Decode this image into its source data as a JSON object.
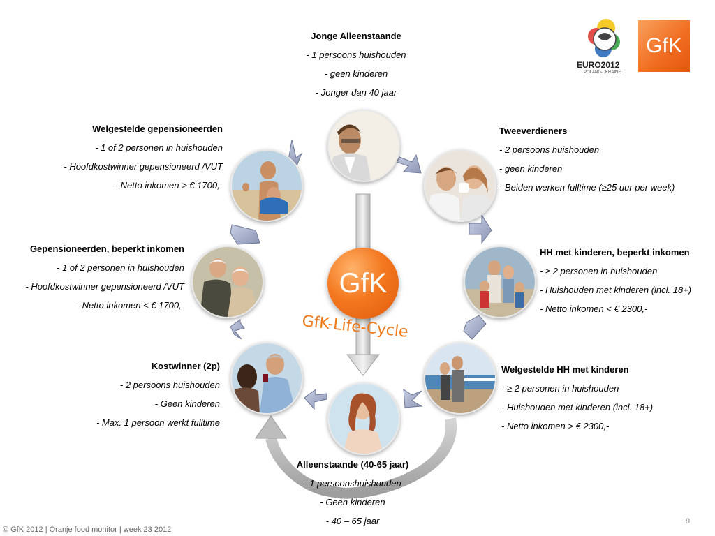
{
  "logos": {
    "gfk_corner": "GfK",
    "euro_main": "EURO2012",
    "euro_sub": "POLAND-UKRAINE"
  },
  "center": {
    "logo_text": "GfK",
    "cycle_label": "GfK-Life-Cycle"
  },
  "segments": [
    {
      "title": "Jonge Alleenstaande",
      "lines": [
        "- 1 persoons huishouden",
        "- geen kinderen",
        "- Jonger dan 40 jaar"
      ]
    },
    {
      "title": "Tweeverdieners",
      "lines": [
        "- 2 persoons huishouden",
        "- geen kinderen",
        "- Beiden werken fulltime (≥25 uur per week)"
      ]
    },
    {
      "title": "HH met kinderen, beperkt inkomen",
      "lines": [
        "- ≥ 2 personen in huishouden",
        "- Huishouden met kinderen (incl. 18+)",
        "- Netto inkomen < € 2300,-"
      ]
    },
    {
      "title": "Welgestelde HH met kinderen",
      "lines": [
        "- ≥ 2 personen in huishouden",
        "- Huishouden met kinderen (incl. 18+)",
        "- Netto inkomen > € 2300,-"
      ]
    },
    {
      "title": "Alleenstaande (40-65 jaar)",
      "lines": [
        "- 1 persoonshuishouden",
        "- Geen kinderen",
        "- 40 – 65 jaar"
      ]
    },
    {
      "title": "Kostwinner (2p)",
      "lines": [
        "- 2 persoons huishouden",
        "- Geen kinderen",
        "- Max. 1 persoon werkt fulltime"
      ]
    },
    {
      "title": "Gepensioneerden, beperkt inkomen",
      "lines": [
        "- 1 of 2 personen in huishouden",
        "- Hoofdkostwinner gepensioneerd /VUT",
        "- Netto inkomen < € 1700,-"
      ]
    },
    {
      "title": "Welgestelde gepensioneerden",
      "lines": [
        "- 1 of 2 personen in huishouden",
        "- Hoofdkostwinner gepensioneerd /VUT",
        "- Netto inkomen > € 1700,-"
      ]
    }
  ],
  "footer": "© GfK 2012 | Oranje food monitor | week 23  2012",
  "page_number": "9"
}
